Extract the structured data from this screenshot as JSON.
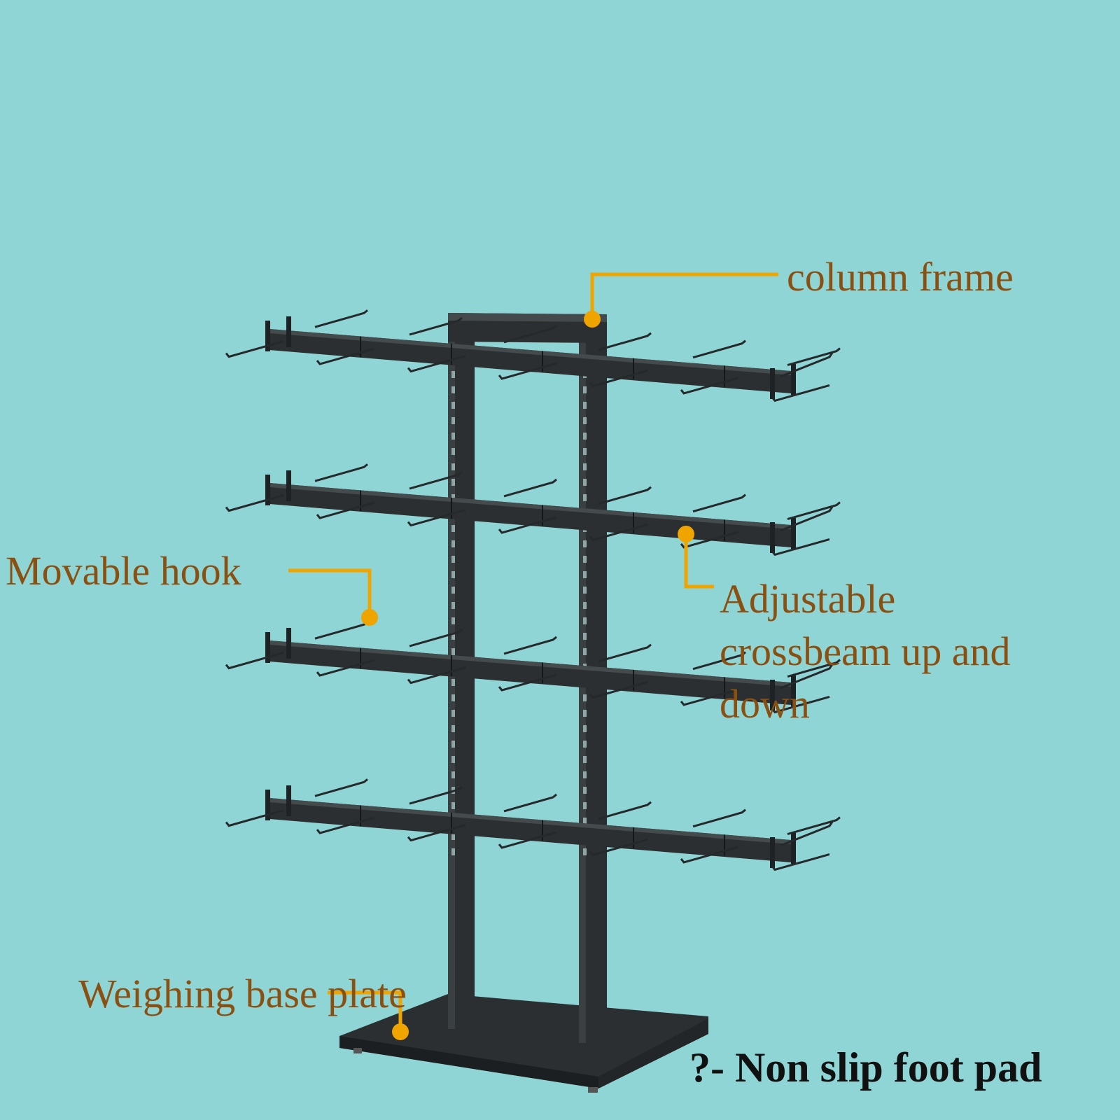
{
  "colors": {
    "background": "#90d5d5",
    "callout": "#f0a400",
    "label_text": "#8a5012",
    "metal": "#25292b"
  },
  "labels": {
    "column_frame": "column frame",
    "movable_hook": "Movable hook",
    "crossbeam_lines": [
      "Adjustable",
      "crossbeam up and",
      "down"
    ],
    "base_plate": "Weighing base plate",
    "foot_pad": "?- Non slip foot pad"
  }
}
